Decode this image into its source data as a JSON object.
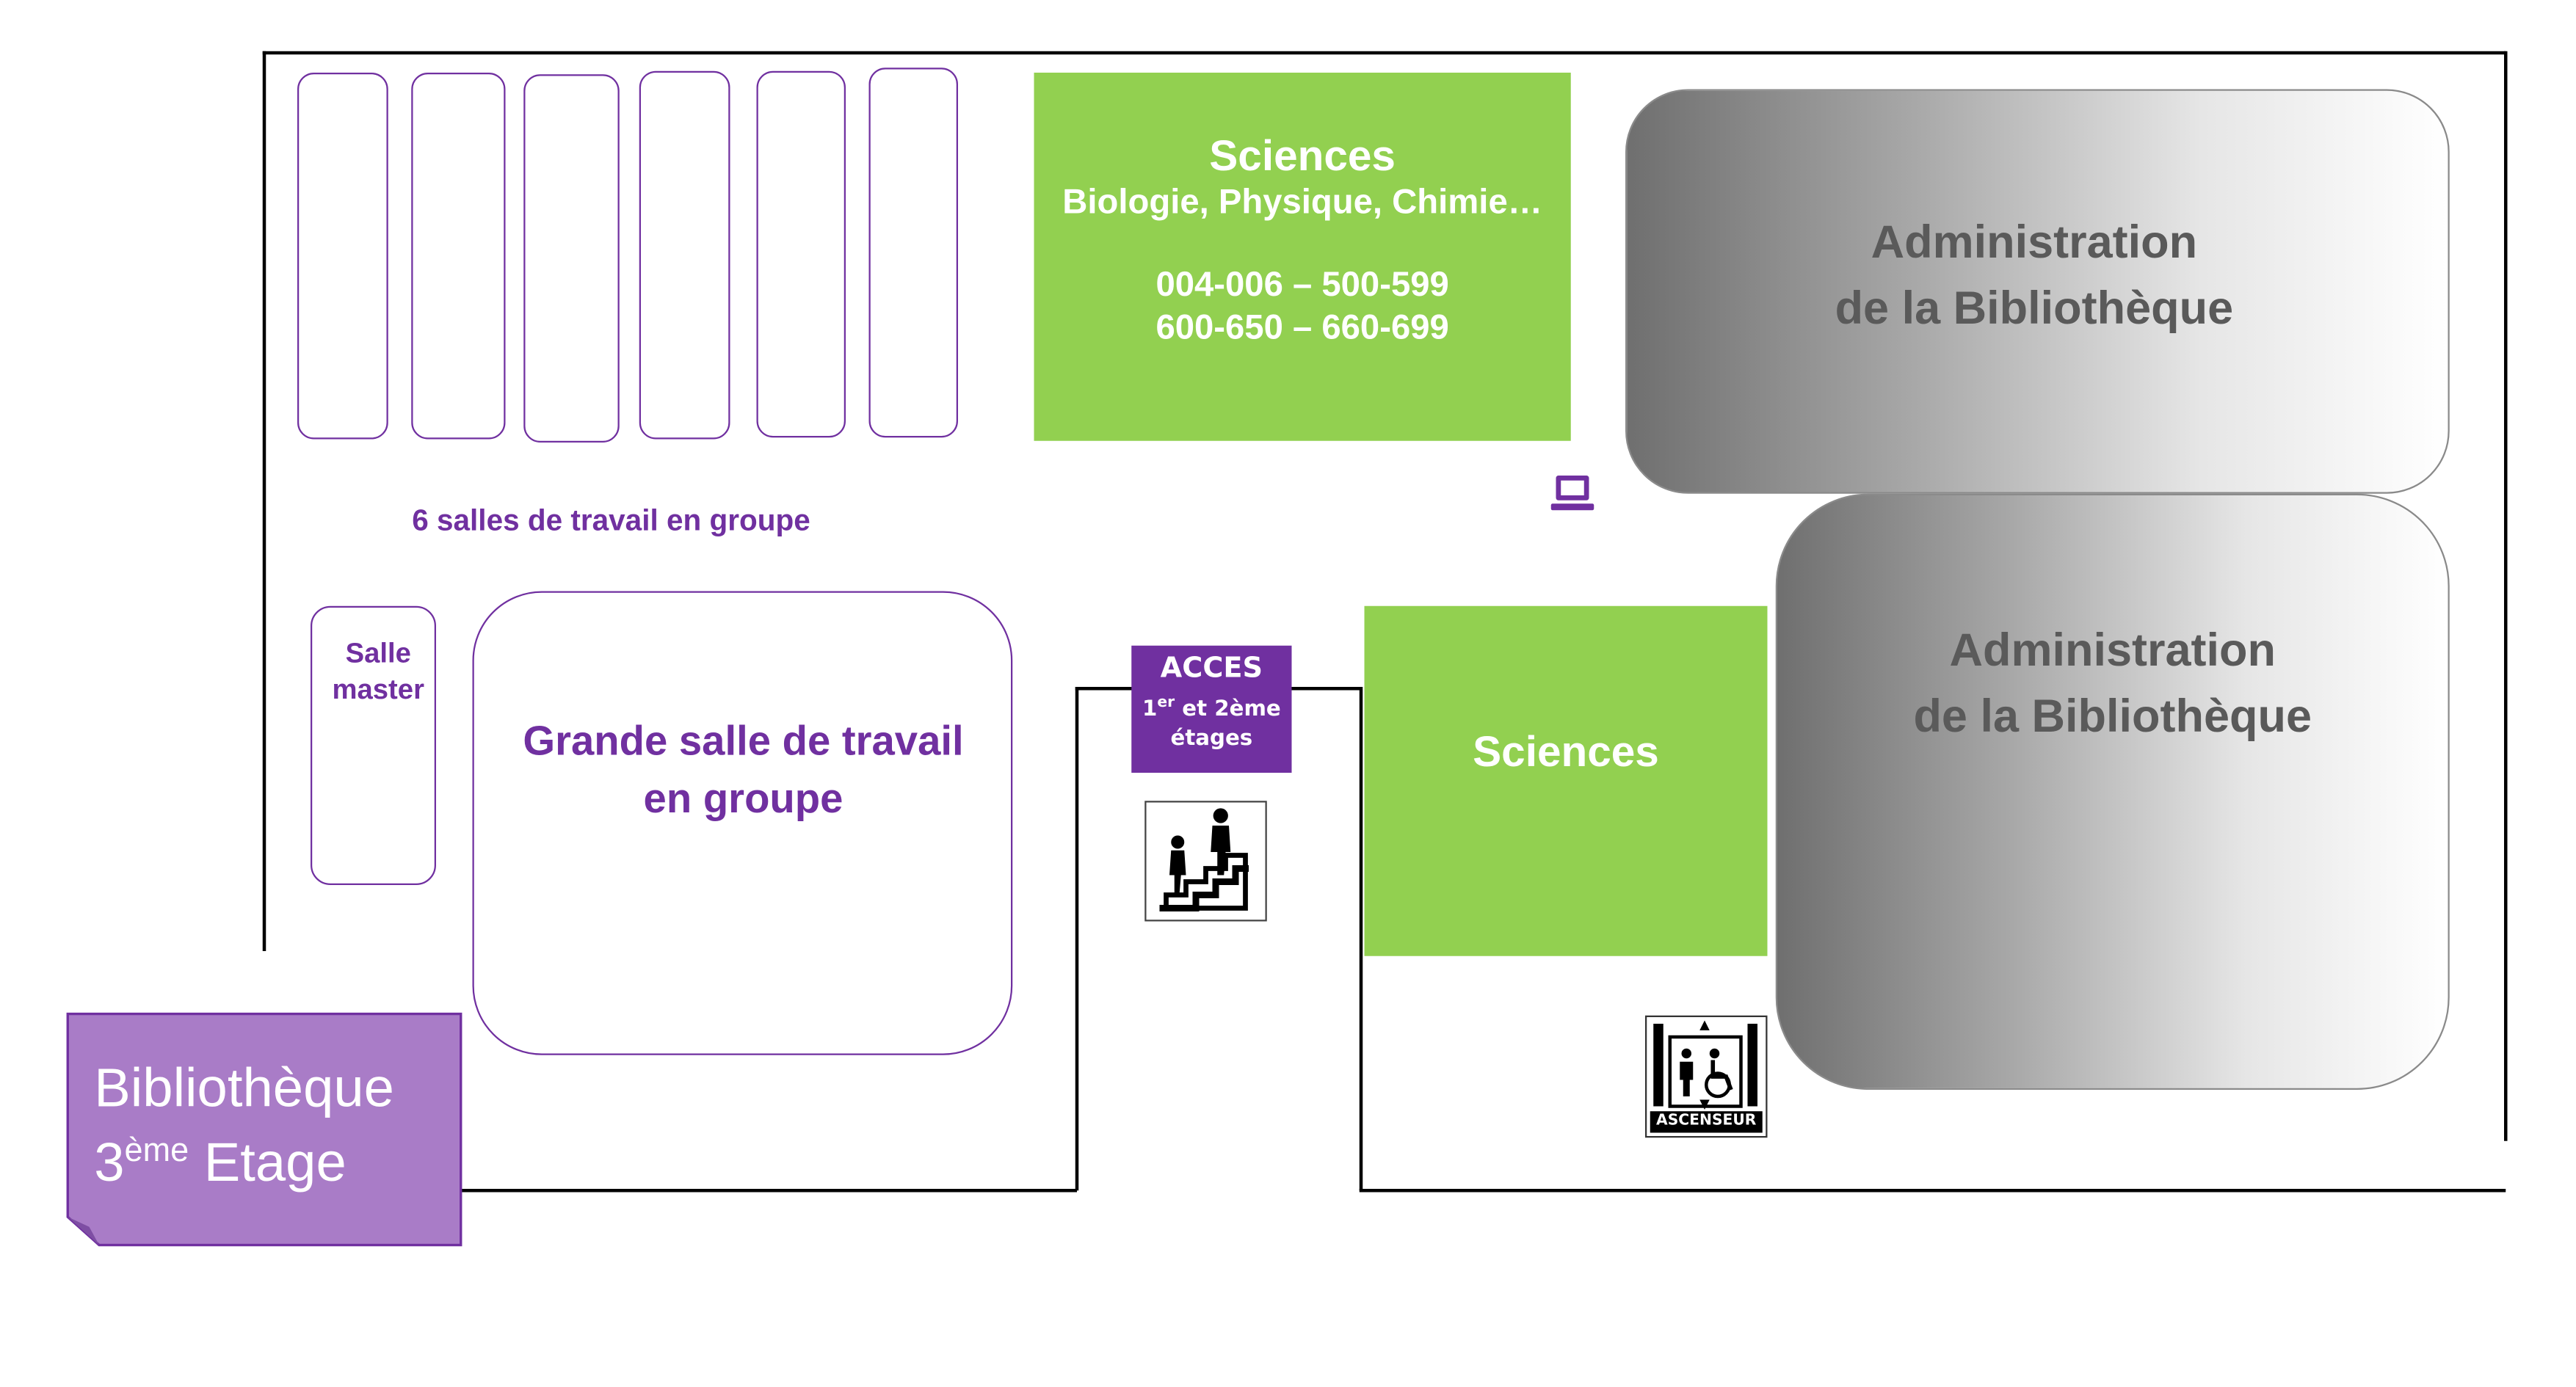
{
  "title": {
    "line1": "Bibliothèque",
    "line2_num": "3",
    "line2_sup": "ème",
    "line2_rest": " Etage"
  },
  "rooms": {
    "group_rooms_caption": "6 salles de travail en groupe",
    "salle_master": [
      "Salle",
      "master"
    ],
    "grande_salle": [
      "Grande salle de travail",
      "en groupe"
    ]
  },
  "sciences_top": {
    "heading": "Sciences",
    "subtitle": "Biologie, Physique, Chimie…",
    "range1": "004-006 – 500-599",
    "range2": "600-650 – 660-699"
  },
  "sciences_bottom": {
    "heading": "Sciences"
  },
  "administration": [
    {
      "line1": "Administration",
      "line2": "de la Bibliothèque"
    },
    {
      "line1": "Administration",
      "line2": "de la Bibliothèque"
    }
  ],
  "acces": {
    "heading": "ACCES",
    "l1_num": "1",
    "l1_sup": "er",
    "l1_rest": " et 2ème",
    "l2": "étages"
  },
  "icons": {
    "stairs": "stairs-icon",
    "elevator": "elevator-icon",
    "computer": "laptop-icon"
  },
  "elevator_label": "ASCENSEUR",
  "colors": {
    "purple": "#7030a0",
    "green": "#92d050",
    "title_box": "#a97cc7",
    "admin_dark": "#6f6f6f"
  }
}
